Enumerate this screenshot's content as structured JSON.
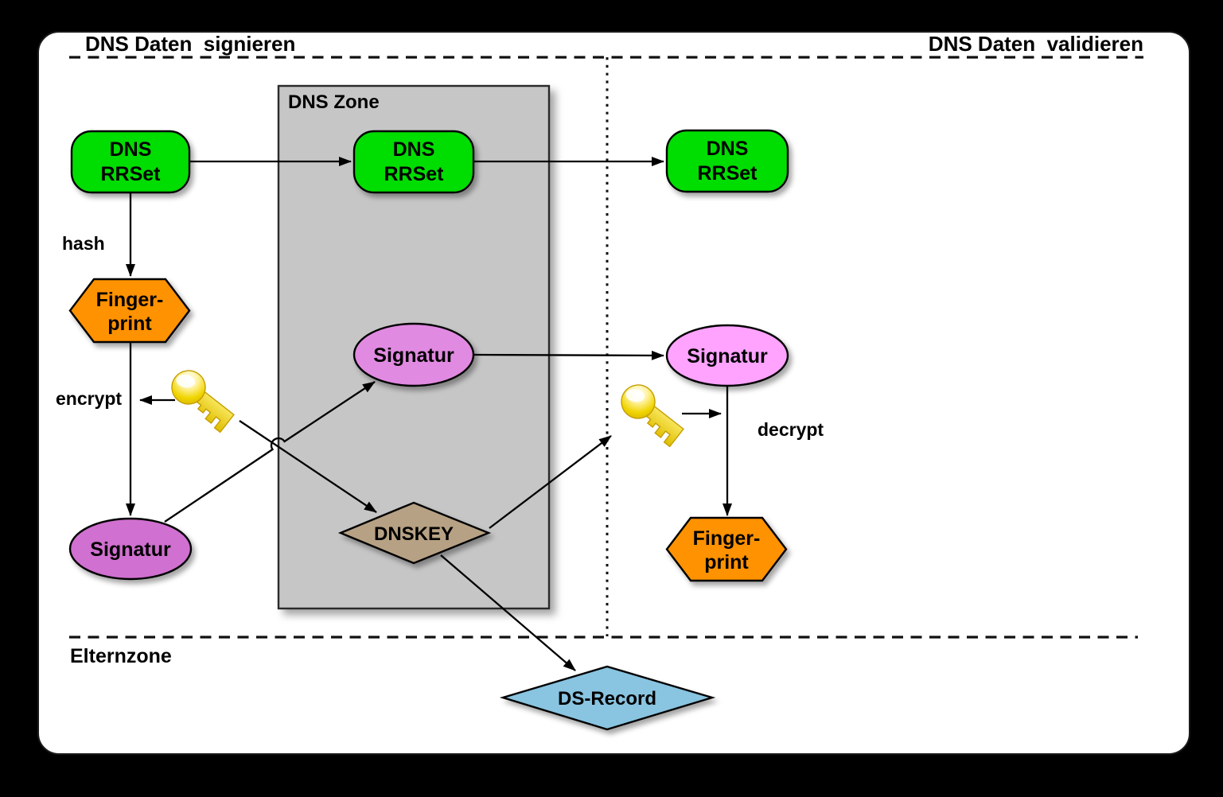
{
  "panel": {
    "bg_color": "#ffffff",
    "outside_color": "#000000",
    "header_left": "DNS Daten  signieren",
    "header_right": "DNS Daten  validieren"
  },
  "zone": {
    "label": "DNS Zone",
    "fill": "#c6c6c6"
  },
  "parent_zone": {
    "label": "Elternzone"
  },
  "edge_labels": {
    "hash": "hash",
    "encrypt": "encrypt",
    "decrypt": "decrypt"
  },
  "nodes": {
    "rrset_left": {
      "line1": "DNS",
      "line2": "RRSet",
      "fill": "#00dd00"
    },
    "rrset_zone": {
      "line1": "DNS",
      "line2": "RRSet",
      "fill": "#00dd00"
    },
    "rrset_right": {
      "line1": "DNS",
      "line2": "RRSet",
      "fill": "#00dd00"
    },
    "fingerprint_left": {
      "line1": "Finger-",
      "line2": "print",
      "fill": "#ff9200"
    },
    "fingerprint_right": {
      "line1": "Finger-",
      "line2": "print",
      "fill": "#ff9200"
    },
    "signatur_left": {
      "label": "Signatur",
      "fill": "#d06fd0"
    },
    "signatur_zone": {
      "label": "Signatur",
      "fill": "#e18ae1"
    },
    "signatur_right": {
      "label": "Signatur",
      "fill": "#ffa3ff"
    },
    "dnskey": {
      "label": "DNSKEY",
      "fill": "#b7a184",
      "text_color": "#ffffff"
    },
    "ds_record": {
      "label": "DS-Record",
      "fill": "#89c4e1",
      "text_color": "#ffffff"
    }
  },
  "icons": {
    "left_key": "key-icon",
    "right_key": "key-icon",
    "key_color": "#f0d500"
  }
}
